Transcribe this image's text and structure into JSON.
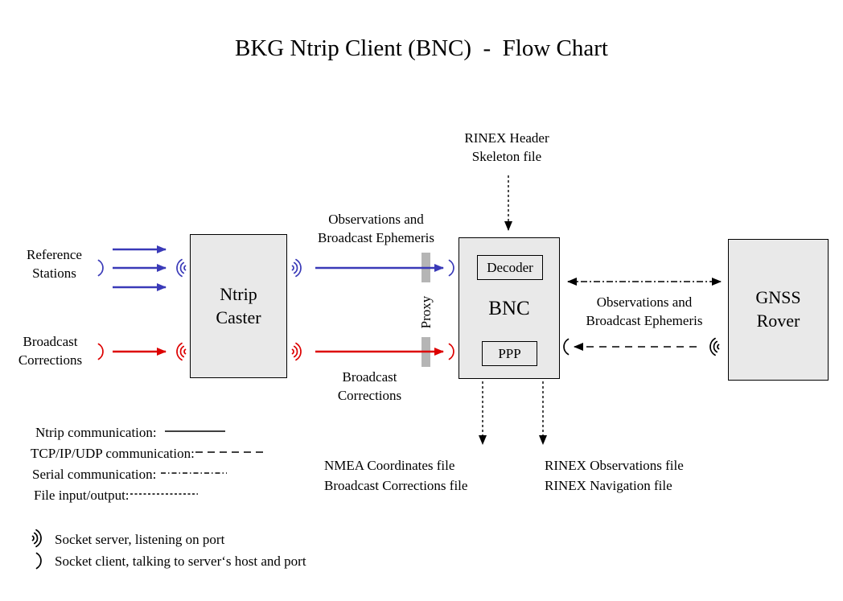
{
  "title": "BKG Ntrip Client (BNC)  -  Flow Chart",
  "colors": {
    "ntrip_blue": "#3a3ab8",
    "corrections_red": "#dd0000",
    "box_fill": "#e9e9e9",
    "proxy_gray": "#b5b5b5",
    "black": "#000000"
  },
  "boxes": {
    "ntrip_caster": "Ntrip Caster",
    "bnc": "BNC",
    "decoder": "Decoder",
    "ppp": "PPP",
    "gnss_rover": "GNSS Rover"
  },
  "labels": {
    "reference_stations": "Reference Stations",
    "broadcast_corrections_input": "Broadcast Corrections",
    "observations_ephemeris_mid": "Observations and Broadcast Ephemeris",
    "broadcast_corrections_mid": "Broadcast Corrections",
    "rinex_header_skeleton": "RINEX Header Skeleton file",
    "observations_ephemeris_right": "Observations and Broadcast Ephemeris",
    "proxy": "Proxy"
  },
  "outputs": {
    "nmea_line1": "NMEA Coordinates file",
    "nmea_line2": "Broadcast Corrections file",
    "rinex_line1": "RINEX Observations file",
    "rinex_line2": "RINEX Navigation file"
  },
  "legend": {
    "ntrip": "Ntrip communication:",
    "tcp": "TCP/IP/UDP communication:",
    "serial": "Serial communication:",
    "file": "File input/output:",
    "socket_server": "Socket server, listening on port",
    "socket_client": "Socket client, talking to server‘s host and port"
  },
  "icons": {
    "socket_server": ")))",
    "socket_client": ")"
  }
}
